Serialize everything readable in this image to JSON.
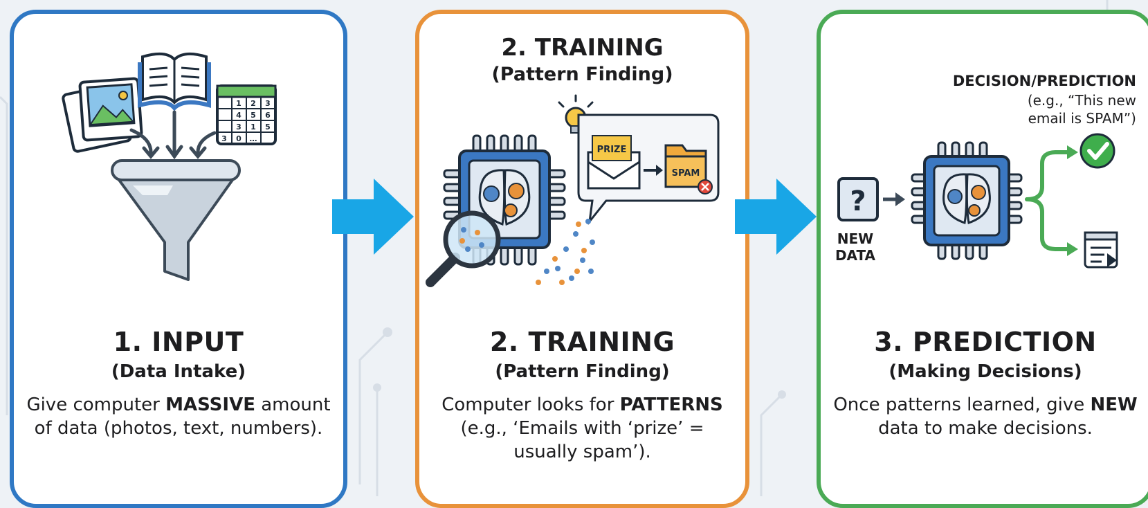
{
  "panels": {
    "input": {
      "title": "1. INPUT",
      "subtitle": "(Data Intake)",
      "desc_pre": "Give computer ",
      "desc_bold": "MASSIVE",
      "desc_post": " amount of data (photos, text, numbers).",
      "spreadsheet_digits": [
        "1",
        "2",
        "3",
        "4",
        "5",
        "6",
        "3",
        "1",
        "5",
        "3",
        "0",
        "…"
      ]
    },
    "training": {
      "top_title": "2. TRAINING",
      "top_subtitle": "(Pattern Finding)",
      "title": "2. TRAINING",
      "subtitle": "(Pattern Finding)",
      "desc_pre": "Computer looks for ",
      "desc_bold": "PATTERNS",
      "desc_post": " (e.g., ‘Emails with ‘prize’ = usually spam’).",
      "envelope_label": "PRIZE",
      "folder_label": "SPAM"
    },
    "prediction": {
      "decision_label": "DECISION/PREDICTION",
      "decision_example_1": "(e.g., “This new",
      "decision_example_2": "email is SPAM”)",
      "question_mark": "?",
      "new_data_1": "NEW",
      "new_data_2": "DATA",
      "title": "3. PREDICTION",
      "subtitle": "(Making Decisions)",
      "desc_pre": "Once patterns learned, give ",
      "desc_bold": "NEW",
      "desc_post": " data to make decisions."
    }
  },
  "colors": {
    "input_border": "#2f78c4",
    "training_border": "#e8923a",
    "prediction_border": "#4aaa55",
    "arrow": "#19a6e6",
    "chip_blue": "#3b78c2"
  }
}
